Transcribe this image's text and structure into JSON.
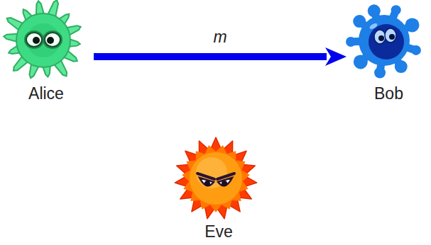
{
  "diagram": {
    "nodes": [
      {
        "text": [
          "Alice"
        ]
      },
      {
        "text": [
          "Bob"
        ]
      },
      {
        "text": [
          "Eve"
        ]
      }
    ],
    "edges": [
      {
        "from": 0,
        "to": 1,
        "label": "m",
        "arrow": "to"
      }
    ]
  }
}
